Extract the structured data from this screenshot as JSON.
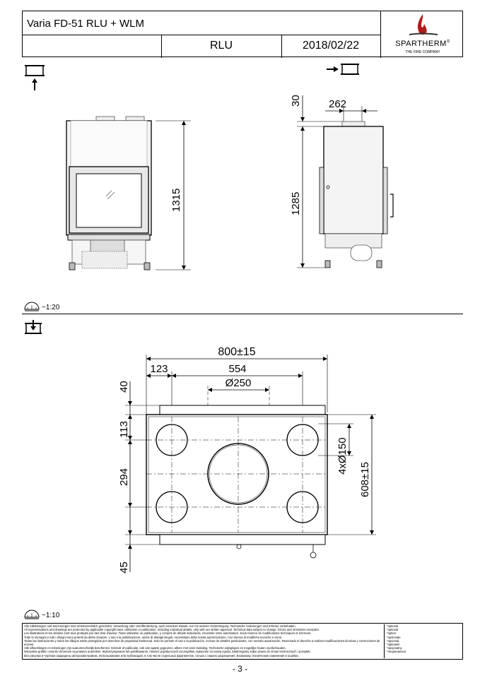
{
  "header": {
    "title": "Varia FD-51 RLU + WLM",
    "variant": "RLU",
    "date": "2018/02/22",
    "brand": "SPARTHERM",
    "registered": "®",
    "tagline": "THE FIRE COMPANY"
  },
  "front_view": {
    "height_label": "1315"
  },
  "side_view": {
    "top_label": "30",
    "height_label": "1285",
    "width_label": "262"
  },
  "top_view": {
    "overall_width": "800±15",
    "left_offset": "123",
    "outlet_spacing": "554",
    "center_outlet": "Ø250",
    "top_margin": "40",
    "first_row": "113",
    "row_spacing": "294",
    "outlets": "4xØ150",
    "depth": "608±15",
    "bottom_margin": "45"
  },
  "scales": {
    "upper": "~1:20",
    "lower": "~1:10"
  },
  "footer": {
    "legal_lines": [
      "Alle Abbildungen und Zeichnungen sind urheberrechtlich geschützt. Verwertung oder Veröffentlichung, auch einzelner Details, nur mit unserer Genehmigung. Technische Änderungen und Irrtümer vorbehalten.",
      "All representations and drawings are protected by applicable copyright laws. Utilisation or publication, including individual details, only with our written approval. Technical data subject to change. Errors and omissions excepted.",
      "Les illustrations et les dessins sont tous protégés par des droit d'auteur. Toute utilisation ou publication, y compris de détails individuels, nécessite notre autorisation. Sous réserve de modifications techniques et d'erreurs.",
      "Tutte le immagini e tutti i disegni sono protetti da diritto d'autore. L'uso o la pubblicazione, anche di dettagli singoli, necessitano della nostra autorizzazione. Con riserva di modifiche tecniche e errori.",
      "Todas las ilustraciones y todos los dibujos están protegidos por derechos de propiedad intelectual. Solo se permite el uso o la publicación, incluso de detalles particulares, con nuestra autorización. Reservado el derecho a realizar modificaciones técnicas y correcciones de errores.",
      "Alle afbeeldingen en tekeningen zijn auteursrechtelijk beschermd. Gebruik of publicatie, ook van aparte gegevens, alleen met onze toelating. Technische wijzigingen en mogelijke fouten voorbehouden.",
      "Wszystkie grafiki i rysunki chronione są prawem autorskim. Wykorzystywanie lub publikowanie, również pojedynczych szczegółów, wyłącznie za naszą zgodą. Zastrzegamy sobie prawo do zmian technicznych i pomyłek.",
      "Все рисунки и чертежи защищены авторским правом. Использование или публикация, в том числе отдельных фрагментов, только с нашего разрешения. Возможны технические изменения и ошибки."
    ],
    "option_lines": [
      "*optional",
      "*optional",
      "*option",
      "*opzionale",
      "*opcional",
      "*optionele",
      "*opcjonalny",
      "*опционально"
    ]
  },
  "page_number": "- 3 -"
}
